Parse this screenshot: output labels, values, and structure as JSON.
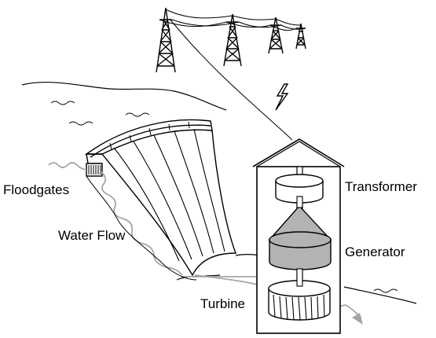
{
  "diagram": {
    "labels": {
      "floodgates": "Floodgates",
      "water_flow": "Water Flow",
      "transformer": "Transformer",
      "generator": "Generator",
      "turbine": "Turbine"
    },
    "colors": {
      "line": "#000000",
      "generator_fill": "#b3b3b3",
      "water_path": "#a6a6a6",
      "background": "#ffffff"
    },
    "power_towers": 4,
    "dam_segments": 6
  }
}
